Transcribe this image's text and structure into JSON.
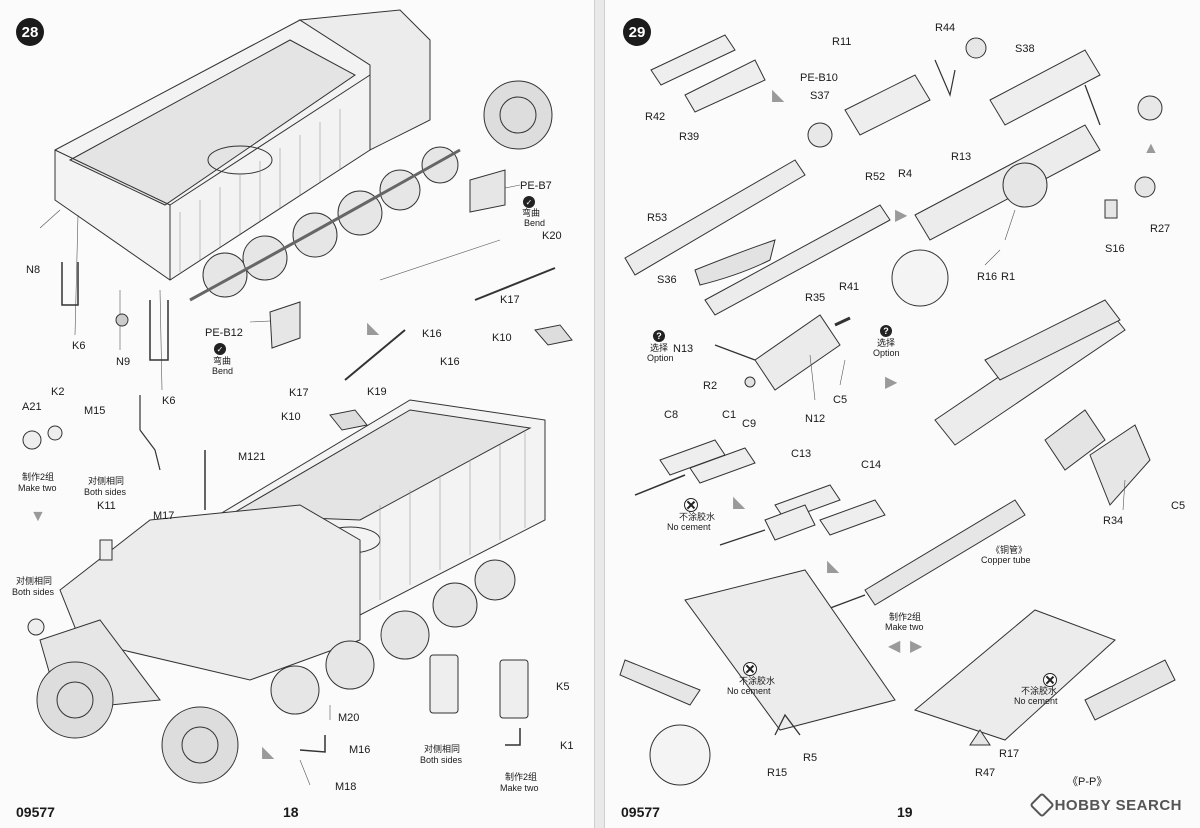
{
  "left_page": {
    "step": "28",
    "product_code": "09577",
    "page_number": "18",
    "labels": {
      "PE_B7": "PE-B7",
      "K20": "K20",
      "N8": "N8",
      "K6a": "K6",
      "N9": "N9",
      "K6b": "K6",
      "PE_B12": "PE-B12",
      "K17a": "K17",
      "K10a": "K10",
      "K16a": "K16",
      "K16b": "K16",
      "K17b": "K17",
      "K19": "K19",
      "K10b": "K10",
      "A21": "A21",
      "K2": "K2",
      "M15": "M15",
      "M121": "M121",
      "M17": "M17",
      "K11": "K11",
      "K5": "K5",
      "M20": "M20",
      "M16": "M16",
      "K1": "K1",
      "M18": "M18"
    },
    "notes": {
      "bend_cn_1": "弯曲",
      "bend_en_1": "Bend",
      "bend_cn_2": "弯曲",
      "bend_en_2": "Bend",
      "make2_cn_1": "制作2组",
      "make2_en_1": "Make two",
      "both_cn_1": "对侧相同",
      "both_en_1": "Both sides",
      "both_cn_2": "对侧相同",
      "both_en_2": "Both sides",
      "both_cn_3": "对侧相同",
      "both_en_3": "Both sides",
      "make2_cn_2": "制作2组",
      "make2_en_2": "Make two"
    }
  },
  "right_page": {
    "step": "29",
    "product_code": "09577",
    "page_number": "19",
    "labels": {
      "R11": "R11",
      "R44": "R44",
      "S38": "S38",
      "PE_B10": "PE-B10",
      "S37": "S37",
      "R42": "R42",
      "R39": "R39",
      "R13": "R13",
      "R4": "R4",
      "R52": "R52",
      "R53": "R53",
      "S36": "S36",
      "S16": "S16",
      "R27": "R27",
      "R16": "R16",
      "R1": "R1",
      "R41": "R41",
      "R35": "R35",
      "N13": "N13",
      "R2": "R2",
      "N12": "N12",
      "C5a": "C5",
      "C8": "C8",
      "C1": "C1",
      "C9": "C9",
      "C13": "C13",
      "C14": "C14",
      "R34": "R34",
      "C5b": "C5",
      "R15": "R15",
      "R5": "R5",
      "R47": "R47",
      "R17": "R17",
      "PP": "《P-P》"
    },
    "notes": {
      "option_cn_1": "选择",
      "option_en_1": "Option",
      "option_cn_2": "选择",
      "option_en_2": "Option",
      "nocement_cn_1": "不涂胶水",
      "nocement_en_1": "No cement",
      "nocement_cn_2": "不涂胶水",
      "nocement_en_2": "No cement",
      "nocement_cn_3": "不涂胶水",
      "nocement_en_3": "No cement",
      "copper_cn": "《铜管》",
      "copper_en": "Copper tube",
      "make2_cn": "制作2组",
      "make2_en": "Make two"
    }
  },
  "watermark": "HOBBY SEARCH"
}
